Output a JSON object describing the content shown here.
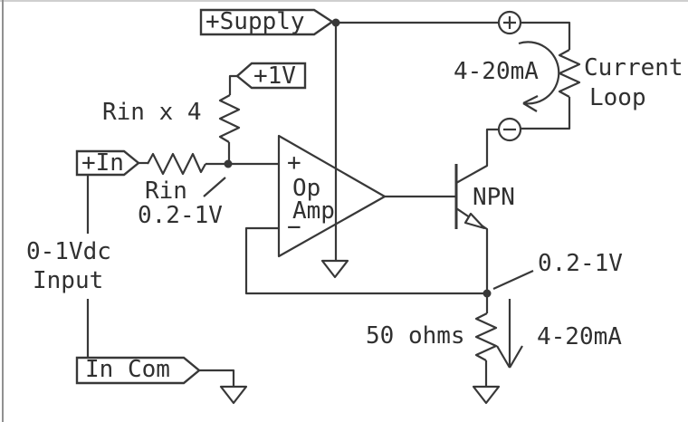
{
  "diagram": {
    "type": "circuit-schematic",
    "description": "0-1Vdc input to 4-20mA current loop converter with op amp and NPN transistor",
    "colors": {
      "line": "#383838",
      "text": "#303030",
      "background": "#ffffff",
      "frame_top": "#cfcfcf",
      "frame_left": "#909090"
    },
    "flags": {
      "supply": "+Supply",
      "ref": "+1V",
      "input": "+In",
      "input_common": "In Com"
    },
    "opamp": {
      "plus": "+",
      "name_line1": "Op",
      "name_line2": "Amp",
      "minus": "−"
    },
    "labels": {
      "rin_x4": "Rin x 4",
      "rin": "Rin",
      "node_upper": "0.2-1V",
      "input_line1": "0-1Vdc",
      "input_line2": "Input",
      "loop_current": "4-20mA",
      "loop_line1": "Current",
      "loop_line2": "Loop",
      "npn": "NPN",
      "node_lower": "0.2-1V",
      "sense_resistor": "50 ohms",
      "sense_current": "4-20mA"
    },
    "icons": {
      "terminal_plus": "plus-terminal",
      "terminal_minus": "minus-terminal",
      "ground_count": 3
    }
  }
}
